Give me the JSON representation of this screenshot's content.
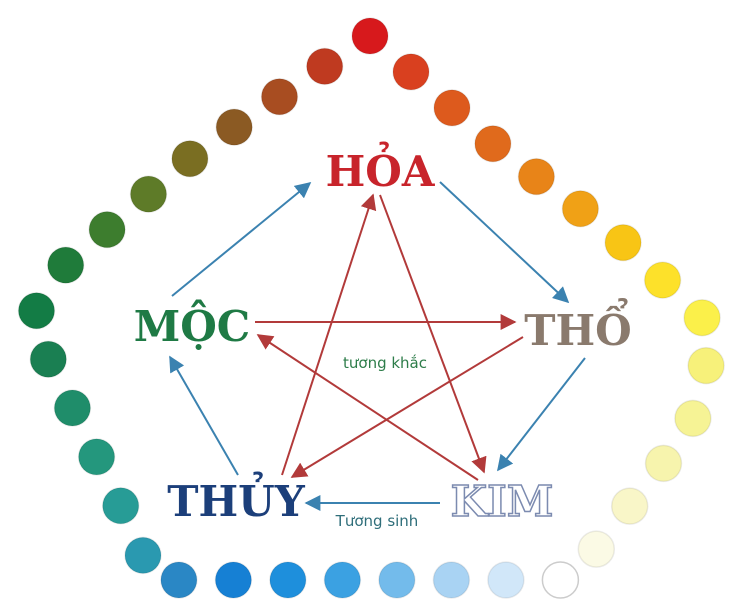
{
  "elements": {
    "fire": {
      "label": "HỎA",
      "color": "#c8242b"
    },
    "earth": {
      "label": "THỔ",
      "color": "#8a7a6d"
    },
    "metal": {
      "label": "KIM",
      "color": "#ffffff",
      "stroke": "#7c8bb0"
    },
    "water": {
      "label": "THỦY",
      "color": "#1c3f7a"
    },
    "wood": {
      "label": "MỘC",
      "color": "#1f7a45"
    }
  },
  "relations": {
    "control": {
      "label": "tương khắc",
      "color": "#2e7d4a",
      "arrow_color": "#b23a3a"
    },
    "generate": {
      "label": "Tương sinh",
      "color": "#2f6e7a",
      "arrow_color": "#3b82b0"
    }
  },
  "color_wheel": [
    "#d7191c",
    "#d9401f",
    "#dd5a1d",
    "#e06a1c",
    "#e88418",
    "#f0a116",
    "#f8c515",
    "#fde12a",
    "#fbf04a",
    "#f7f17a",
    "#f6f395",
    "#f7f4ad",
    "#f9f6c8",
    "#fbfae5",
    "#ffffff",
    "#d1e7f9",
    "#a9d3f3",
    "#73bbeb",
    "#3ba1e2",
    "#1e8fdc",
    "#1680d4",
    "#2a87c5",
    "#2a99b0",
    "#279c96",
    "#24977d",
    "#1f8d6a",
    "#1a7f52",
    "#137c45",
    "#1f7b3a",
    "#3d7d2e",
    "#5e7b28",
    "#7a6e22",
    "#8b5a23",
    "#a84d21",
    "#bf3a20"
  ]
}
